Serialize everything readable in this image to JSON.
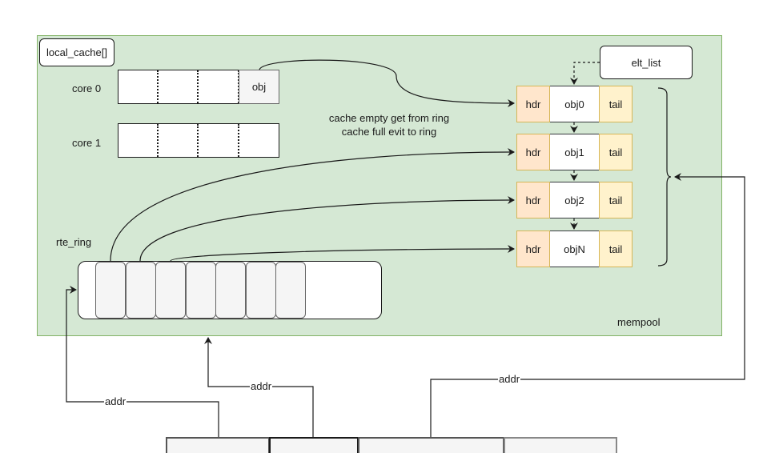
{
  "mempool": {
    "label": "mempool"
  },
  "local_cache": {
    "label": "local_cache[]",
    "cores": [
      {
        "label": "core 0",
        "slot_label": "obj"
      },
      {
        "label": "core 1",
        "slot_label": ""
      }
    ]
  },
  "note": {
    "line1": "cache empty get from ring",
    "line2": "cache full evit to ring"
  },
  "elt_list": {
    "label": "elt_list"
  },
  "objects": [
    {
      "hdr": "hdr",
      "name": "obj0",
      "tail": "tail"
    },
    {
      "hdr": "hdr",
      "name": "obj1",
      "tail": "tail"
    },
    {
      "hdr": "hdr",
      "name": "obj2",
      "tail": "tail"
    },
    {
      "hdr": "hdr",
      "name": "objN",
      "tail": "tail"
    }
  ],
  "rte_ring": {
    "label": "rte_ring",
    "filled_slots": 7
  },
  "edges": {
    "addr_left": "addr",
    "addr_middle": "addr",
    "addr_right": "addr"
  },
  "colors": {
    "mempool_fill": "#d5e8d4",
    "mempool_border": "#82b366",
    "hdr_fill": "#ffe6cc",
    "tail_fill": "#fff2cc",
    "obj_border": "#d6b656",
    "slot_fill": "#f5f5f5"
  }
}
